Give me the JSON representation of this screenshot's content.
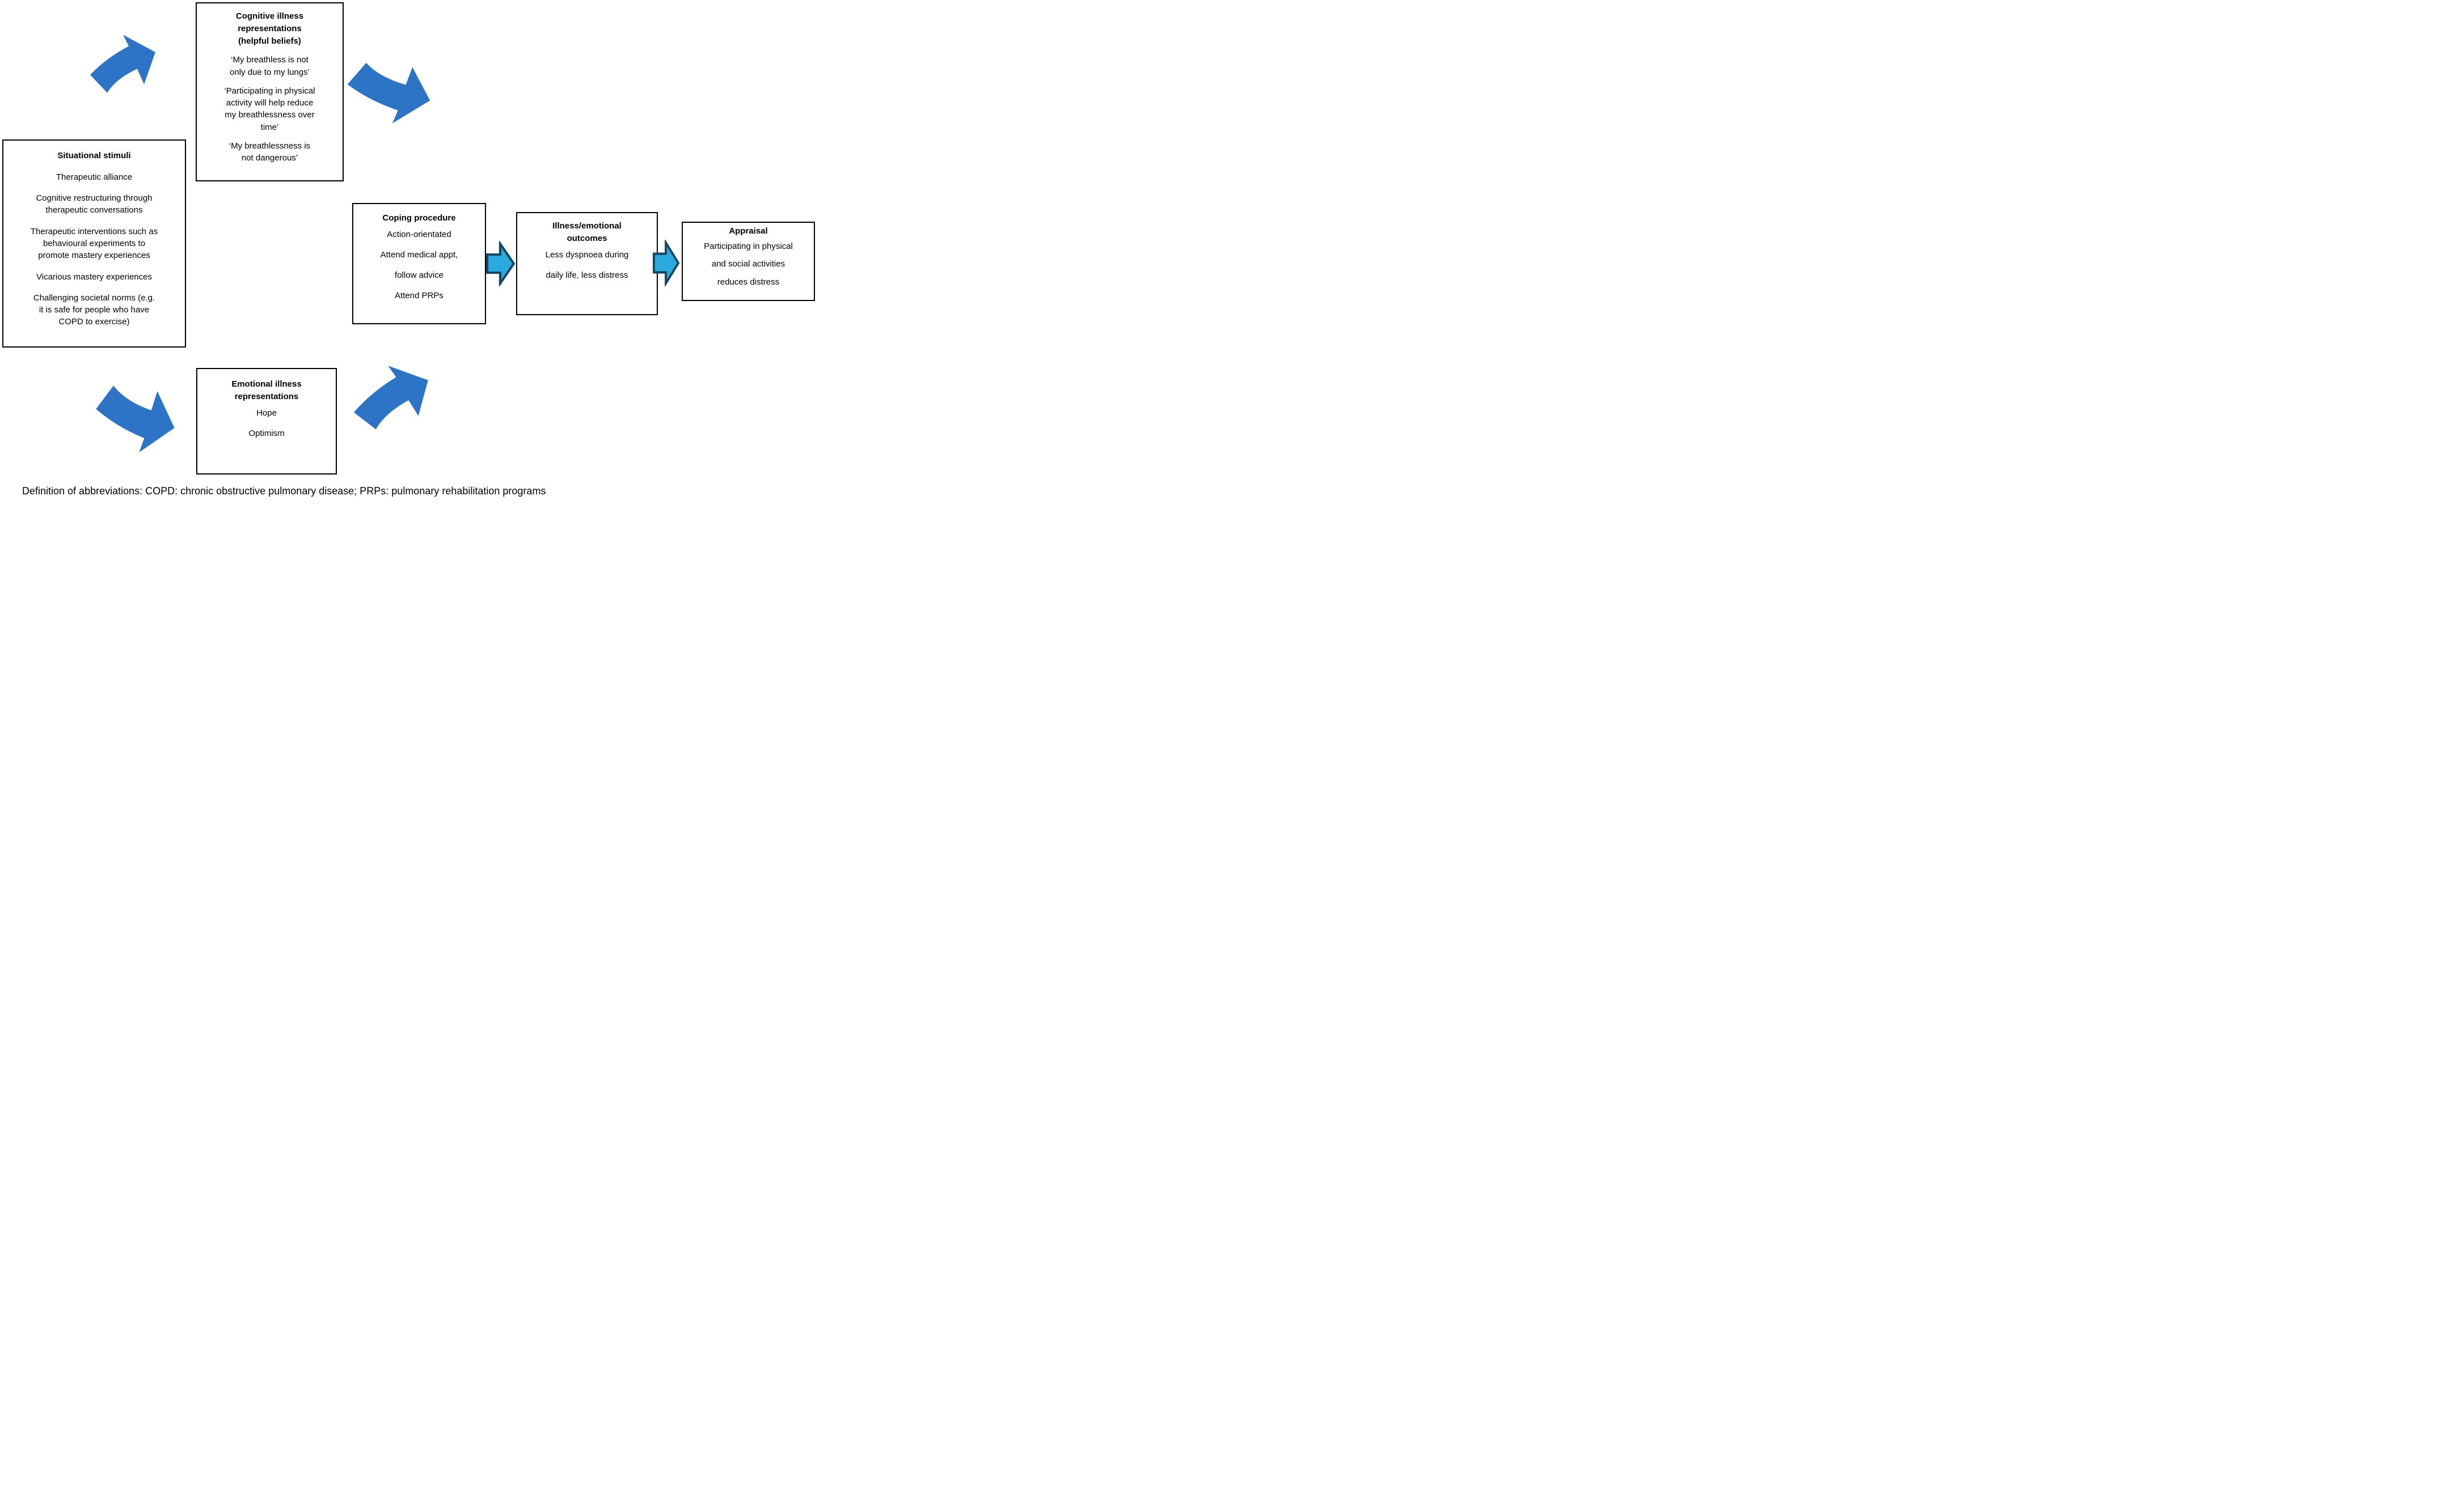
{
  "boxes": {
    "cognitive": {
      "title_lines": [
        "Cognitive illness",
        "representations",
        "(helpful beliefs)"
      ],
      "paragraphs": [
        {
          "lines": [
            "‘My breathless is not",
            "only due to my lungs’"
          ]
        },
        {
          "lines": [
            "‘Participating in physical",
            "activity will help reduce",
            "my breathlessness over",
            "time’"
          ]
        },
        {
          "lines": [
            "‘My breathlessness is",
            "not dangerous’"
          ]
        }
      ]
    },
    "situational": {
      "title": "Situational stimuli",
      "paragraphs": [
        {
          "lines": [
            "Therapeutic alliance"
          ]
        },
        {
          "lines": [
            "Cognitive restructuring through",
            "therapeutic conversations"
          ]
        },
        {
          "lines": [
            "Therapeutic interventions such as",
            "behavioural experiments to",
            "promote mastery experiences"
          ]
        },
        {
          "lines": [
            "Vicarious mastery experiences"
          ]
        },
        {
          "lines": [
            "Challenging societal norms (e.g.",
            "it is safe for people who have",
            "COPD to exercise)"
          ]
        }
      ]
    },
    "coping": {
      "title": "Coping procedure",
      "lines": [
        "Action-orientated",
        "Attend medical appt,",
        "follow advice",
        "Attend PRPs"
      ]
    },
    "outcomes": {
      "title_lines": [
        "Illness/emotional",
        "outcomes"
      ],
      "lines": [
        "Less dyspnoea during",
        "daily life, less distress"
      ]
    },
    "appraisal": {
      "title": "Appraisal",
      "lines": [
        "Participating in physical",
        "and social activities",
        "reduces distress"
      ]
    },
    "emotional": {
      "title_lines": [
        "Emotional illness",
        "representations"
      ],
      "lines": [
        "Hope",
        "Optimism"
      ]
    }
  },
  "arrows": [
    {
      "name": "situational-to-cognitive",
      "style": "curved",
      "direction": "up-right"
    },
    {
      "name": "cognitive-to-coping",
      "style": "curved",
      "direction": "down-right"
    },
    {
      "name": "situational-to-emotional",
      "style": "curved",
      "direction": "down-right"
    },
    {
      "name": "emotional-to-coping",
      "style": "curved",
      "direction": "up-right"
    },
    {
      "name": "coping-to-outcomes",
      "style": "block",
      "direction": "right"
    },
    {
      "name": "outcomes-to-appraisal",
      "style": "block",
      "direction": "right"
    }
  ],
  "colors": {
    "curved_arrow": "#2E74C6",
    "block_arrow_fill": "#2BA9DF",
    "block_arrow_border": "#15455F",
    "box_border": "#000000",
    "background": "#FFFFFF",
    "text": "#000000"
  },
  "footer": {
    "text": "Definition of abbreviations: COPD: chronic obstructive pulmonary disease; PRPs: pulmonary rehabilitation programs"
  }
}
